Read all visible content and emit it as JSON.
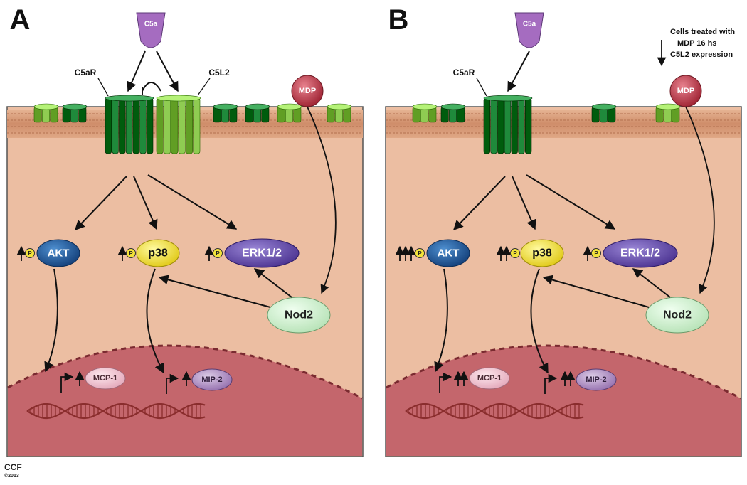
{
  "colors": {
    "membrane": "#d99a78",
    "cytoplasm": "#ecbea2",
    "nucleus": "#c4666c",
    "c5a": "#a56cc0",
    "c5ar": "#1f8a3b",
    "c5l2": "#8fcc52",
    "mdp": "#c43e4e",
    "akt": "#1a5fa0",
    "p38": "#f2e23a",
    "erk": "#6a4fb0",
    "nod2": "#d2f0d2",
    "mcp1": "#f2c6d2",
    "mip2": "#b394c2",
    "dna": "#8a2d2d",
    "arrow": "#111111"
  },
  "panel_a": {
    "letter": "A",
    "ligand": "C5a",
    "receptor_1": "C5aR",
    "receptor_2": "C5L2",
    "mdp": "MDP",
    "phospho": "P",
    "akt": "AKT",
    "p38": "p38",
    "erk": "ERK1/2",
    "nod2": "Nod2",
    "mcp1": "MCP-1",
    "mip2": "MIP-2",
    "akt_level": 1,
    "p38_level": 1,
    "erk_level": 1,
    "mcp1_level": 1,
    "mip2_level": 1
  },
  "panel_b": {
    "letter": "B",
    "ligand": "C5a",
    "receptor_1": "C5aR",
    "mdp": "MDP",
    "note_line_1": "Cells treated with",
    "note_line_2": "MDP 16 hs",
    "note_line_3": "C5L2 expression",
    "phospho": "P",
    "akt": "AKT",
    "p38": "p38",
    "erk": "ERK1/2",
    "nod2": "Nod2",
    "mcp1": "MCP-1",
    "mip2": "MIP-2",
    "akt_level": 3,
    "p38_level": 2,
    "erk_level": 1,
    "mcp1_level": 2,
    "mip2_level": 2
  },
  "credit": {
    "org": "CCF",
    "year": "©2013"
  }
}
